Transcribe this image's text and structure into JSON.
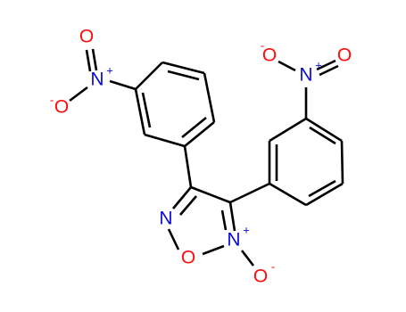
{
  "colors": {
    "bond": "#000000",
    "nitrogen": "#0a0ad8",
    "oxygen": "#ff0d0d",
    "background": "#ffffff"
  },
  "atoms": {
    "left_nitro_o_top": "O",
    "left_nitro_n": "N",
    "left_nitro_plus": "+",
    "left_nitro_o_bottom": "O",
    "left_nitro_minus": "-",
    "right_nitro_o_left": "O",
    "right_nitro_n": "N",
    "right_nitro_plus": "+",
    "right_nitro_o_right": "O",
    "right_nitro_minus": "-",
    "ring_n_left": "N",
    "ring_o": "O",
    "ring_n_right": "N",
    "ring_n_plus": "+",
    "n_oxide_o": "O",
    "n_oxide_minus": "-"
  }
}
